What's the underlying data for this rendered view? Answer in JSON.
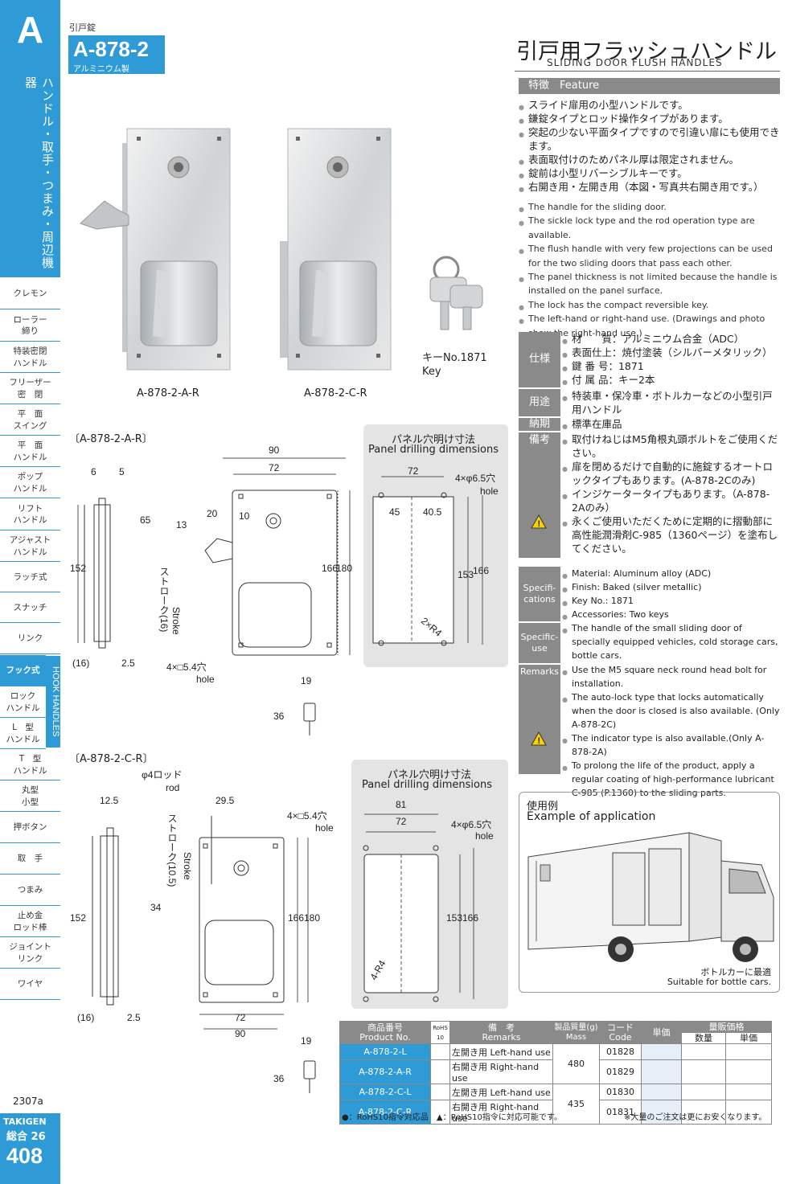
{
  "sidebar": {
    "letter": "A",
    "category": "ハンドル・取手・つまみ・周辺機器",
    "items": [
      {
        "label": "クレモン"
      },
      {
        "label": "ローラー\n締り"
      },
      {
        "label": "特装密閉\nハンドル"
      },
      {
        "label": "フリーザー\n密　閉"
      },
      {
        "label": "平　面\nスイング"
      },
      {
        "label": "平　面\nハンドル"
      },
      {
        "label": "ポップ\nハンドル"
      },
      {
        "label": "リフト\nハンドル"
      },
      {
        "label": "アジャスト\nハンドル"
      },
      {
        "label": "ラッチ式"
      },
      {
        "label": "スナッチ"
      },
      {
        "label": "リンク"
      },
      {
        "label": "フック式"
      },
      {
        "label": "ロック\nハンドル"
      },
      {
        "label": "L　型\nハンドル"
      },
      {
        "label": "T　型\nハンドル"
      },
      {
        "label": "丸型\n小型"
      },
      {
        "label": "押ボタン"
      },
      {
        "label": "取　手"
      },
      {
        "label": "つまみ"
      },
      {
        "label": "止め金\nロッド棒"
      },
      {
        "label": "ジョイント\nリンク"
      },
      {
        "label": "ワイヤ"
      }
    ],
    "hook_tab": "HOOK HANDLES",
    "page_code": "2307a",
    "brand": "TAKIGEN",
    "catalog": "総合 26",
    "page": "408"
  },
  "header": {
    "type_label": "引戸錠",
    "code": "A-878-2",
    "material": "アルミニウム製",
    "title_jp": "引戸用フラッシュハンドル",
    "title_en": "SLIDING DOOR FLUSH HANDLES"
  },
  "photos": {
    "caption_a": "A-878-2-A-R",
    "caption_c": "A-878-2-C-R",
    "key_caption": "キーNo.1871\nKey"
  },
  "feature": {
    "title": "特徴　Feature",
    "jp": [
      "スライド扉用の小型ハンドルです。",
      "鎌錠タイプとロッド操作タイプがあります。",
      "突起の少ない平面タイプですので引違い扉にも使用できます。",
      "表面取付けのためパネル厚は限定されません。",
      "錠前は小型リバーシブルキーです。",
      "右開き用・左開き用（本図・写真共右開き用です。）"
    ],
    "en": [
      "The handle for the sliding door.",
      "The sickle lock type and the rod operation type are available.",
      "The flush handle with very few projections can be used for the two sliding doors that pass each other.",
      "The panel thickness is not limited because the handle is installed on the panel surface.",
      "The lock has the compact reversible key.",
      "The left-hand or right-hand use. (Drawings and photo show the right-hand use.)"
    ]
  },
  "spec_jp": {
    "spec_label": "仕様",
    "spec": [
      "材　　質：アルミニウム合金（ADC）",
      "表面仕上：焼付塗装（シルバーメタリック）",
      "鍵 番 号：1871",
      "付 属 品：キー2本"
    ],
    "use_label": "用途",
    "use": [
      "特装車・保冷車・ボトルカーなどの小型引戸用ハンドル"
    ],
    "delivery_label": "納期",
    "delivery": [
      "標準在庫品"
    ],
    "remarks_label": "備考",
    "remarks": [
      "取付けねじはM5角根丸頭ボルトをご使用ください。",
      "扉を閉めるだけで自動的に施錠するオートロックタイプもあります。(A-878-2Cのみ)",
      "インジケータータイプもあります。（A-878-2Aのみ）",
      "永くご使用いただくために定期的に摺動部に高性能潤滑剤C-985（1360ページ）を塗布してください。"
    ],
    "warning_icon": "warning-icon"
  },
  "spec_en": {
    "spec_label": "Specifi-\ncations",
    "spec": [
      "Material: Aluminum alloy (ADC)",
      "Finish: Baked (silver metallic)",
      "Key No.: 1871",
      "Accessories: Two keys"
    ],
    "use_label": "Specific-\nuse",
    "use": [
      "The handle of the small sliding door of specially equipped vehicles, cold storage cars, bottle cars."
    ],
    "remarks_label": "Remarks",
    "remarks": [
      "Use the M5 square neck round head bolt for installation.",
      "The auto-lock type that locks automatically when the door is closed is also available. (Only A-878-2C)",
      "The indicator type is also available.(Only A-878-2A)",
      "To prolong the life of the product, apply a regular coating of high-performance lubricant C-985 (P.1360) to the sliding parts."
    ]
  },
  "application": {
    "title_jp": "使用例",
    "title_en": "Example of application",
    "caption_jp": "ボトルカーに最適",
    "caption_en": "Suitable for bottle cars."
  },
  "drawing_a": {
    "label": "〔A-878-2-A-R〕",
    "dims": {
      "d6": "6",
      "d5": "5",
      "d152": "152",
      "d16": "(16)",
      "d25": "2.5",
      "d90": "90",
      "d72": "72",
      "d65": "65",
      "d20": "20",
      "d10": "10",
      "d13": "13",
      "d166": "166",
      "d180": "180",
      "stroke": "ストローク(16)",
      "stroke_en": "Stroke",
      "hole": "4×□5.4穴",
      "hole_en": "hole",
      "k19": "19",
      "k36": "36"
    },
    "panel_title_jp": "パネル穴明け寸法",
    "panel_title_en": "Panel drilling dimensions",
    "panel": {
      "d72": "72",
      "d45": "45",
      "d405": "40.5",
      "d153": "153",
      "d166": "166",
      "hole": "4×φ6.5穴",
      "hole_en": "hole",
      "r4": "2×R4"
    }
  },
  "drawing_c": {
    "label": "〔A-878-2-C-R〕",
    "dims": {
      "rod": "φ4ロッド",
      "rod_en": "rod",
      "d125": "12.5",
      "d295": "29.5",
      "stroke": "ストローク(10.5)",
      "stroke_en": "Stroke",
      "hole": "4×□5.4穴",
      "hole_en": "hole",
      "d34": "34",
      "d152": "152",
      "d166": "166",
      "d180": "180",
      "d16": "(16)",
      "d25": "2.5",
      "d72": "72",
      "d90": "90",
      "k19": "19",
      "k36": "36"
    },
    "panel_title_jp": "パネル穴明け寸法",
    "panel_title_en": "Panel drilling dimensions",
    "panel": {
      "d81": "81",
      "d72": "72",
      "hole": "4×φ6.5穴",
      "hole_en": "hole",
      "d153": "153",
      "d166": "166",
      "r4": "4-R4"
    }
  },
  "table": {
    "headers": {
      "product_jp": "商品番号",
      "product_en": "Product No.",
      "rohs": "RoHS\n10",
      "remarks_jp": "備　考",
      "remarks_en": "Remarks",
      "mass_jp": "製品質量(g)",
      "mass_en": "Mass",
      "code_jp": "コード",
      "code_en": "Code",
      "unit_price": "単価",
      "volume_price": "量販価格",
      "qty": "数量",
      "vol_unit": "単価"
    },
    "rows": [
      {
        "pn": "A-878-2-L",
        "remarks": "左開き用 Left-hand use",
        "mass": "480",
        "code": "01828"
      },
      {
        "pn": "A-878-2-A-R",
        "remarks": "右開き用 Right-hand use",
        "mass": "",
        "code": "01829"
      },
      {
        "pn": "A-878-2-C-L",
        "remarks": "左開き用 Left-hand use",
        "mass": "435",
        "code": "01830"
      },
      {
        "pn": "A-878-2-C-R",
        "remarks": "右開き用 Right-hand use",
        "mass": "",
        "code": "01831"
      }
    ],
    "footnote_rohs": "●：RoHS10指令対応品　▲：RoHS10指令に対応可能です。",
    "footnote_volume": "※大量のご注文は更にお安くなります。"
  }
}
